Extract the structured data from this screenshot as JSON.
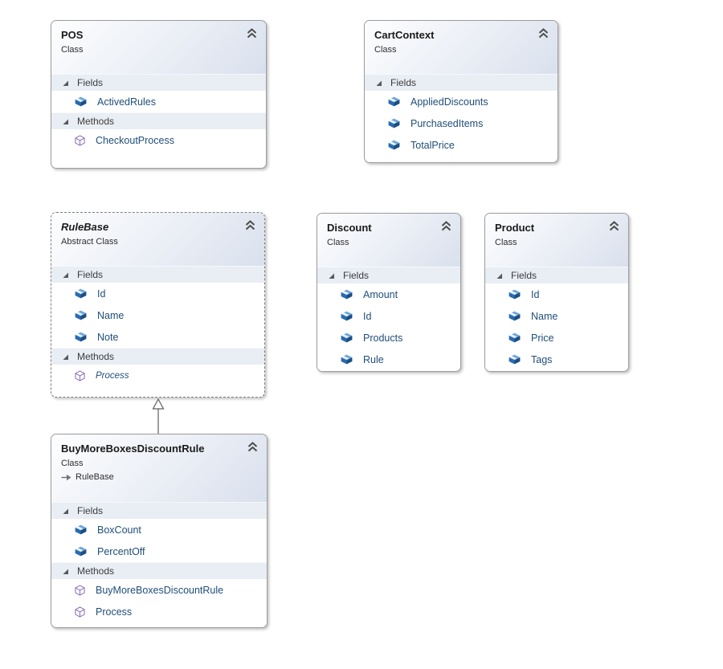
{
  "labels": {
    "fields": "Fields",
    "methods": "Methods"
  },
  "classes": [
    {
      "name": "POS",
      "kind": "Class",
      "fields": [
        "ActivedRules"
      ],
      "methods": [
        "CheckoutProcess"
      ]
    },
    {
      "name": "CartContext",
      "kind": "Class",
      "fields": [
        "AppliedDiscounts",
        "PurchasedItems",
        "TotalPrice"
      ]
    },
    {
      "name": "RuleBase",
      "kind": "Abstract Class",
      "fields": [
        "Id",
        "Name",
        "Note"
      ],
      "methods": [
        "Process"
      ]
    },
    {
      "name": "Discount",
      "kind": "Class",
      "fields": [
        "Amount",
        "Id",
        "Products",
        "Rule"
      ]
    },
    {
      "name": "Product",
      "kind": "Class",
      "fields": [
        "Id",
        "Name",
        "Price",
        "Tags"
      ]
    },
    {
      "name": "BuyMoreBoxesDiscountRule",
      "kind": "Class",
      "base": "RuleBase",
      "fields": [
        "BoxCount",
        "PercentOff"
      ],
      "methods": [
        "BuyMoreBoxesDiscountRule",
        "Process"
      ]
    }
  ],
  "relationships": [
    {
      "type": "inheritance",
      "from": "BuyMoreBoxesDiscountRule",
      "to": "RuleBase"
    }
  ],
  "colors": {
    "member_text": "#1f4e79",
    "field_icon_blue": "#2a6bb0",
    "method_icon_purple": "#8b6bb7",
    "section_band": "#e9edf4",
    "header_gradient_end": "#d9e0ed",
    "card_border": "#9c9c9c"
  }
}
